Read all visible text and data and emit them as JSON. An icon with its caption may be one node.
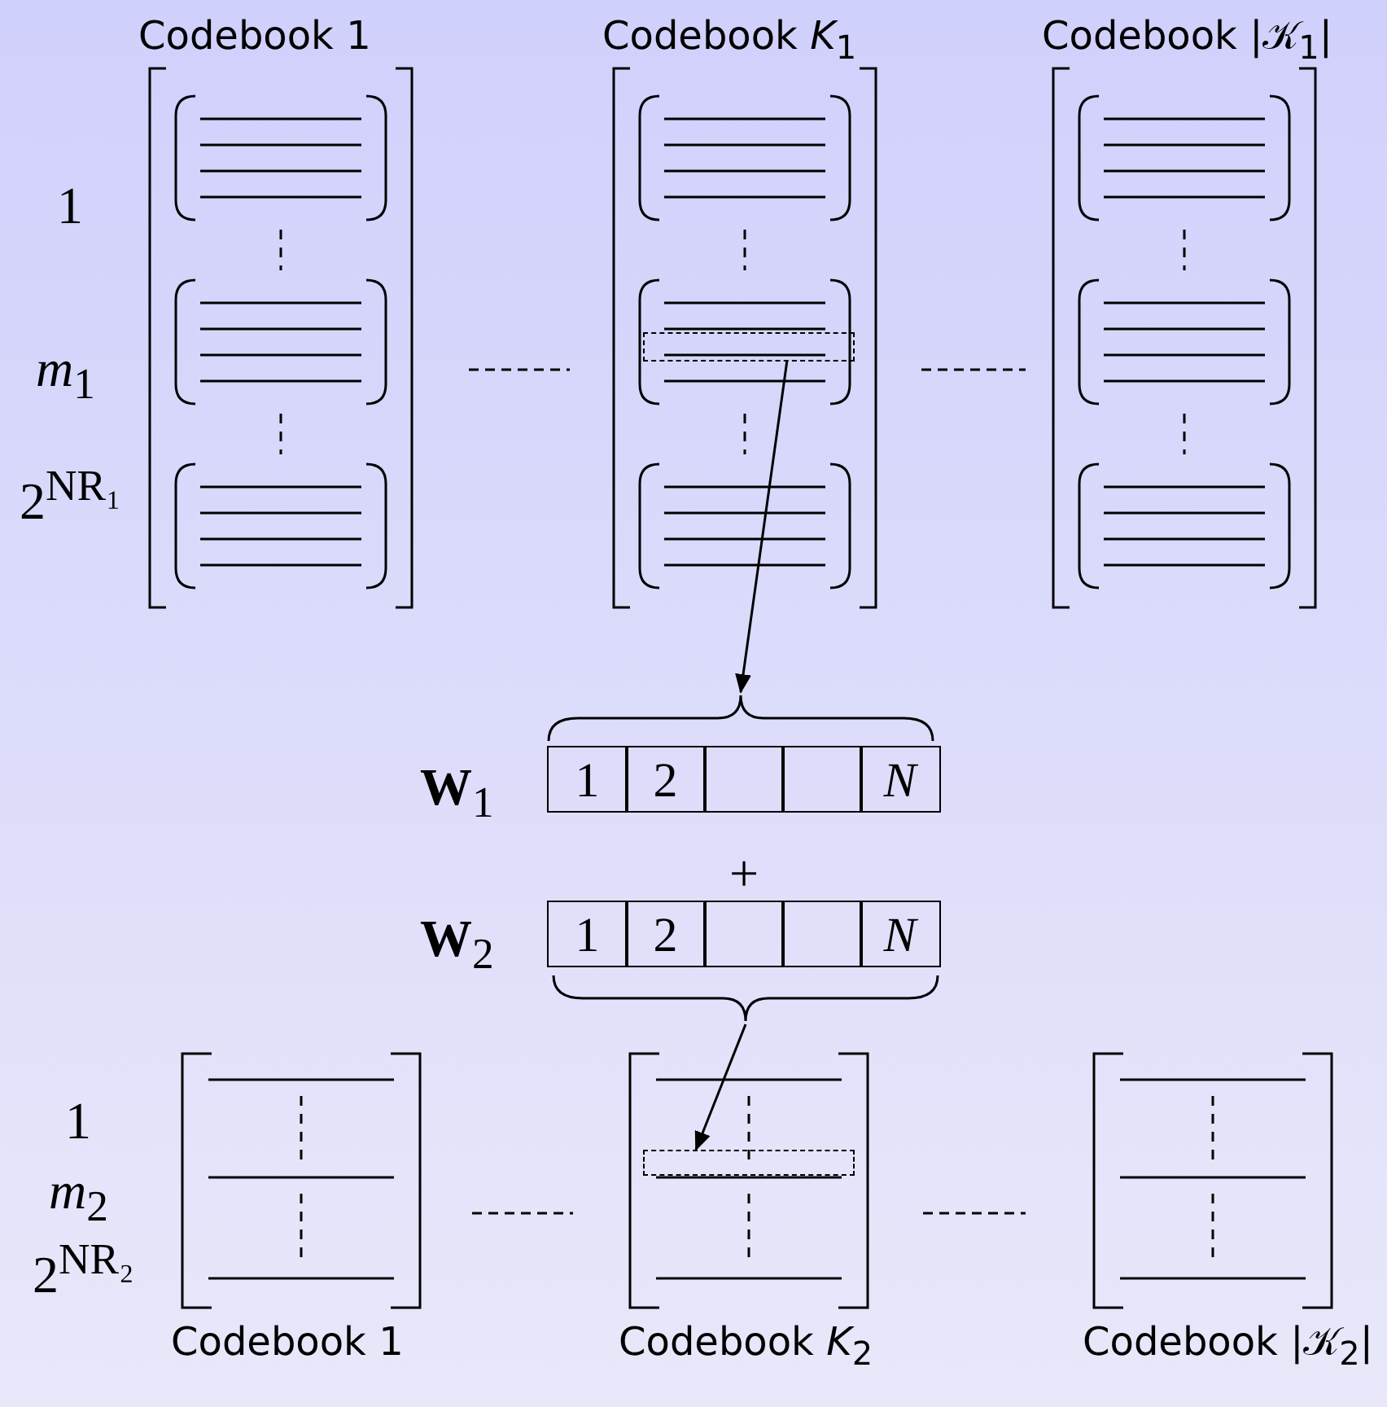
{
  "diagram": {
    "nodes": [
      {
        "text": [
          "Codebook 1"
        ]
      },
      {
        "text": [
          "Codebook *K*$_{1}$"
        ]
      },
      {
        "text": [],
        "shape": "box",
        "in": 1
      },
      {
        "text": [
          "Codebook |𝒦$_{1}$|"
        ]
      },
      {
        "text": [],
        "shape": "brace"
      },
      {
        "text": [],
        "shape": "brace"
      },
      {
        "text": [
          "Codebook 1"
        ]
      },
      {
        "text": [
          "Codebook *K*$_{2}$"
        ]
      },
      {
        "text": [],
        "shape": "box",
        "in": 7
      },
      {
        "text": [
          "Codebook |𝒦$_{2}$|"
        ]
      }
    ],
    "edges": [
      {
        "from": 2,
        "to": 4,
        "arrow": "to"
      },
      {
        "from": 5,
        "to": 8,
        "arrow": "to"
      }
    ],
    "labels": [
      "1",
      "*m*$_{1}$",
      "2$^{NR₁}$",
      "**W**$_{1}$",
      "1",
      "2",
      "*N*",
      "+",
      "**W**$_{2}$",
      "1",
      "2",
      "*N*",
      "1",
      "*m*$_{2}$",
      "2$^{NR₂}$"
    ]
  }
}
